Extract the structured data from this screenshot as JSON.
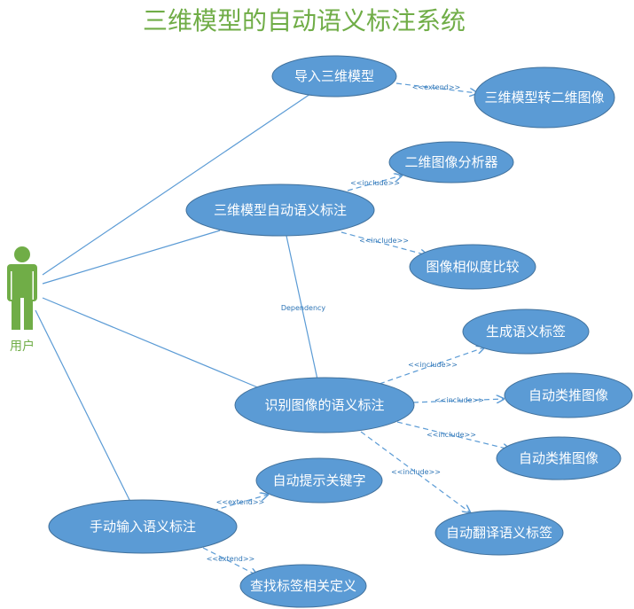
{
  "title": "三维模型的自动语义标注系统",
  "actor": {
    "label": "用户"
  },
  "use_cases": {
    "import": "导入三维模型",
    "convert": "三维模型转二维图像",
    "auto_annotate": "三维模型自动语义标注",
    "analyzer": "二维图像分析器",
    "similarity": "图像相似度比较",
    "recognize": "识别图像的语义标注",
    "generate": "生成语义标签",
    "infer1": "自动类推图像",
    "infer2": "自动类推图像",
    "translate": "自动翻译语义标签",
    "manual": "手动输入语义标注",
    "prompt": "自动提示关键字",
    "lookup": "查找标签相关定义"
  },
  "relations": {
    "extend_convert": "<<extend>>",
    "include_analyzer": "<<include>>",
    "include_similarity": "<<include>>",
    "dependency": "Dependency",
    "include_generate": "<<include>>",
    "include_infer1": "<<include>>",
    "include_infer2": "<<include>>",
    "include_translate": "<<include>>",
    "extend_prompt": "<<extend>>",
    "extend_lookup": "<<extend>>"
  }
}
